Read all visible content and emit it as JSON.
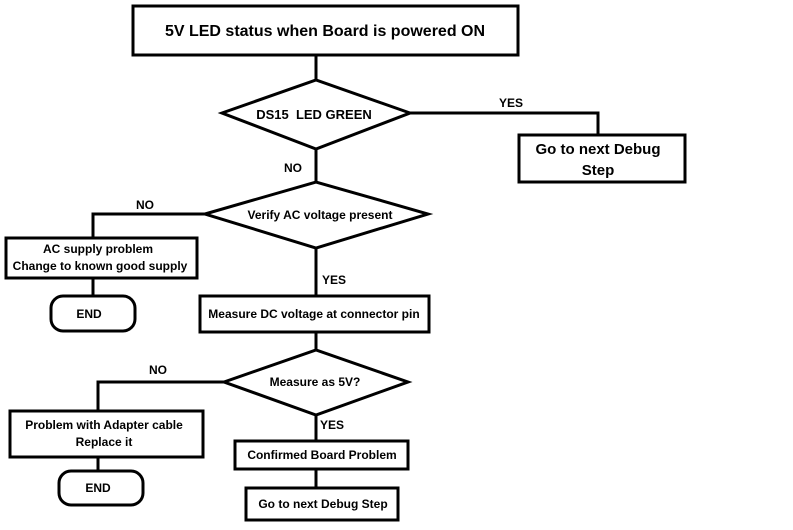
{
  "flowchart": {
    "start": "5V LED status when Board is powered ON",
    "decision_led": "DS15  LED GREEN",
    "next_step_top": [
      "Go to next Debug",
      "Step"
    ],
    "decision_ac": "Verify AC voltage present",
    "ac_problem": [
      "AC supply problem",
      "Change to known good supply"
    ],
    "end_1": "END",
    "measure_dc": "Measure DC voltage at connector pin",
    "decision_5v": "Measure as 5V?",
    "adapter_problem": [
      "Problem with Adapter cable",
      "Replace it"
    ],
    "end_2": "END",
    "board_problem": "Confirmed Board Problem",
    "next_step_bottom": "Go to next Debug Step",
    "labels": {
      "yes_led": "YES",
      "no_led": "NO",
      "no_ac": "NO",
      "yes_ac": "YES",
      "no_5v": "NO",
      "yes_5v": "YES"
    }
  }
}
